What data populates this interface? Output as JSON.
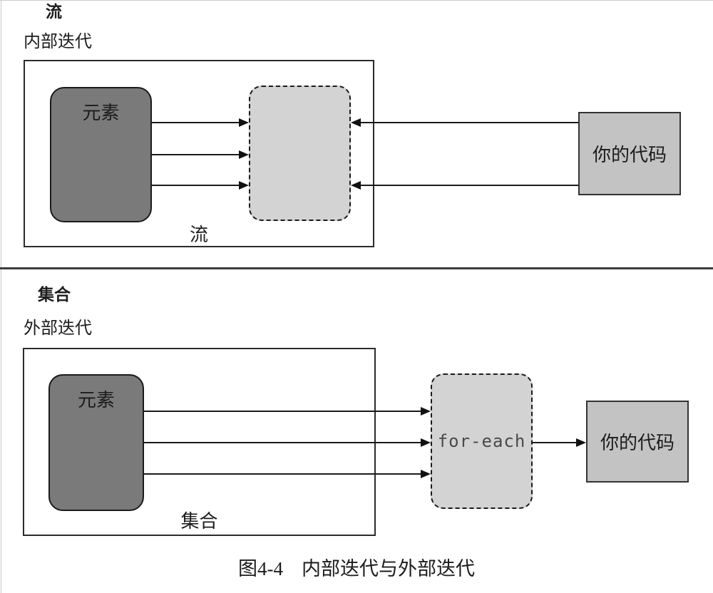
{
  "stream_section": {
    "heading": "流",
    "subheading": "内部迭代",
    "element_label": "元素",
    "container_label": "流",
    "code_label": "你的代码"
  },
  "collection_section": {
    "heading": "集合",
    "subheading": "外部迭代",
    "element_label": "元素",
    "container_label": "集合",
    "foreach_label": "for-each",
    "code_label": "你的代码"
  },
  "caption": {
    "number": "图4-4",
    "title": "内部迭代与外部迭代"
  },
  "colors": {
    "element_box_fill": "#7a7a7a",
    "dashed_box_fill": "#d3d3d3",
    "code_box_fill": "#c3c3c3",
    "line": "#1a1a1a",
    "divider": "#3b3b3b"
  }
}
